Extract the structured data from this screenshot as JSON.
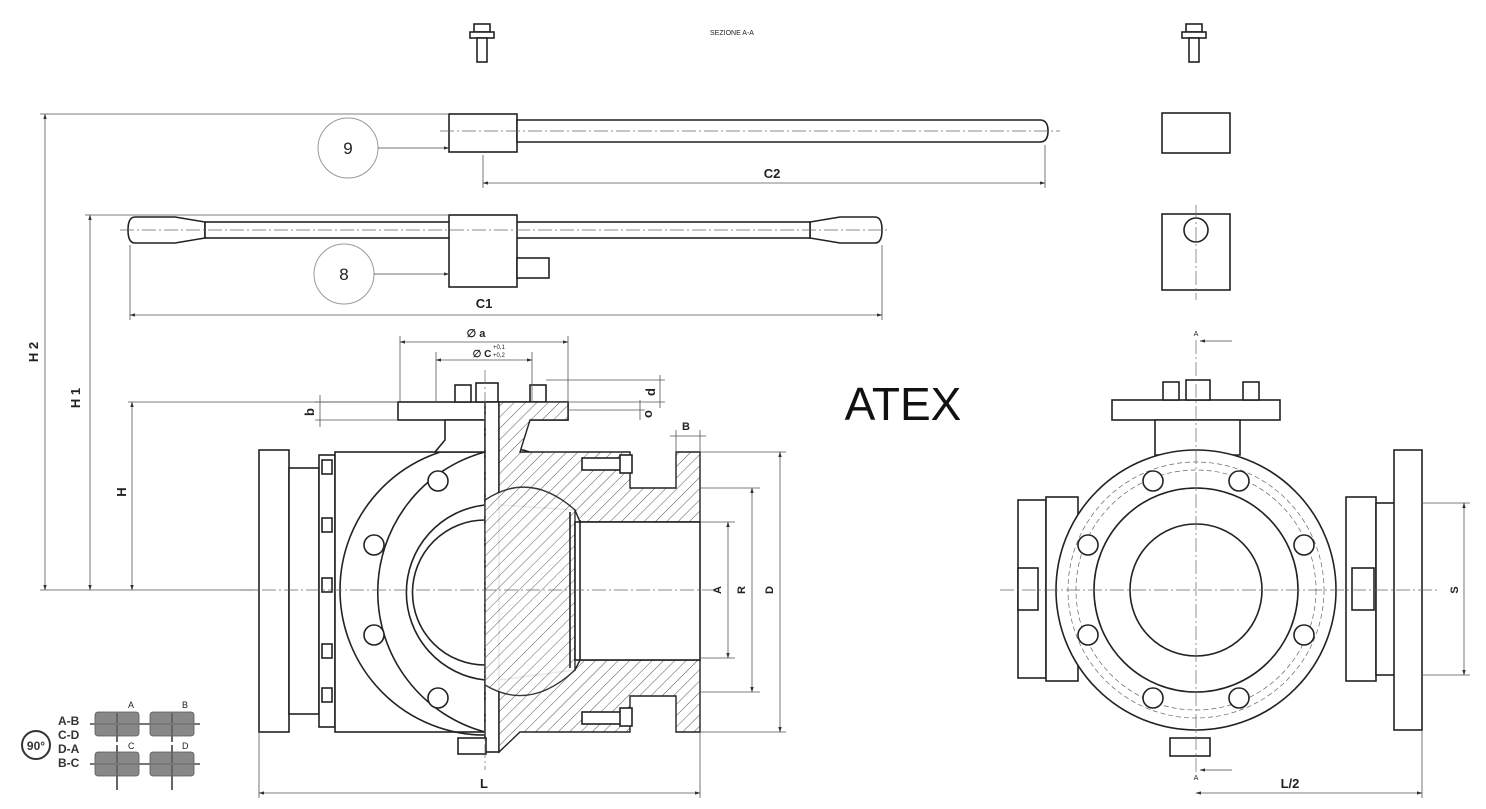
{
  "section_title": "SEZIONE A-A",
  "badge": "ATEX",
  "items": {
    "handle_long": "9",
    "handle_double": "8"
  },
  "dimensions": {
    "C2": "C2",
    "C1": "C1",
    "H2": "H 2",
    "H1": "H 1",
    "H": "H",
    "b": "b",
    "d": "d",
    "o": "o",
    "B": "B",
    "A": "A",
    "R": "R",
    "D": "D",
    "L": "L",
    "L2": "L/2",
    "S": "S",
    "dia_a": "∅ a",
    "dia_c": "∅ C",
    "tol_plus": "+0,1",
    "tol_base": "+0,2",
    "sect_top": "A",
    "sect_bottom": "A"
  },
  "legend": {
    "rotation": "90°",
    "rows": [
      "A-B",
      "C-D",
      "D-A",
      "B-C"
    ],
    "icon_labels": [
      "A",
      "B",
      "C",
      "D"
    ]
  }
}
